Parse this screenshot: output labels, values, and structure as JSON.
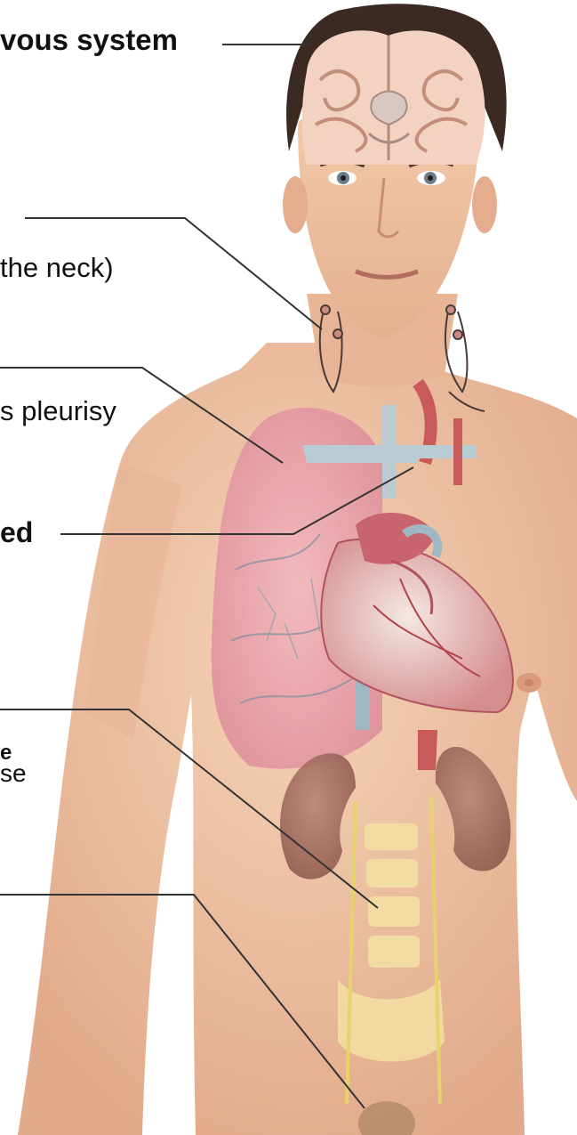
{
  "labels": {
    "nervous_system": "vous system",
    "neck": "the neck)",
    "pleurisy": "s pleurisy",
    "ed": "ed",
    "e": "e",
    "se": "se"
  },
  "colors": {
    "skin": "#f1c5a6",
    "skin_shade": "#dca183",
    "hair": "#3a2a22",
    "lung": "#e9a3ad",
    "heart": "#c9666e",
    "vessel_blue": "#9fb7c2",
    "kidney": "#a1685a",
    "spine": "#f4e3a8",
    "nerve_yellow": "#e6d36a",
    "leader_line": "#333333"
  },
  "icons": {
    "brain": "brain-icon",
    "lymph_nodes": "lymph-node-icon",
    "lungs": "lungs-icon",
    "heart": "heart-icon",
    "kidneys": "kidney-icon",
    "spine": "spine-icon",
    "bladder": "bladder-icon"
  }
}
